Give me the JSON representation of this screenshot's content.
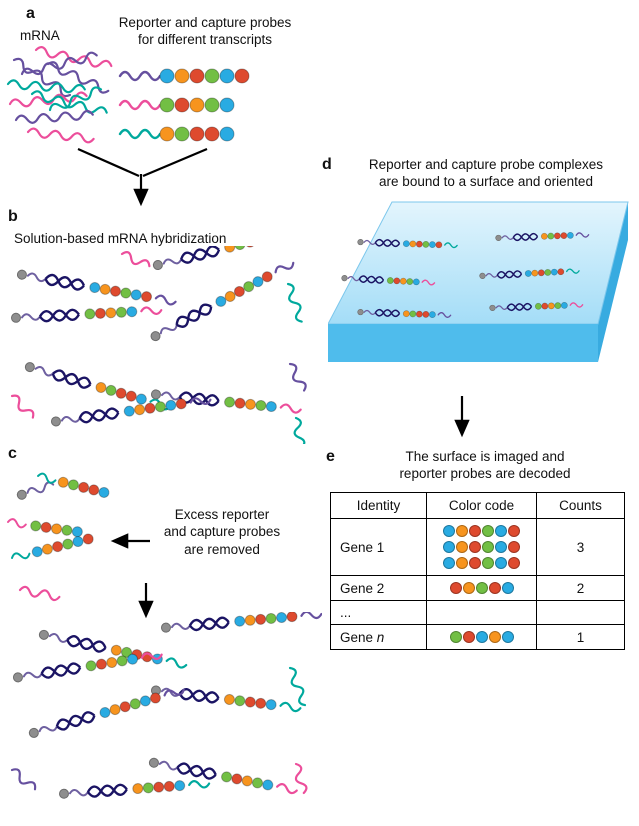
{
  "panels": {
    "a": {
      "label": "a",
      "mrna_label": "mRNA",
      "probes_title": "Reporter and capture probes\nfor different transcripts"
    },
    "b": {
      "label": "b",
      "title": "Solution-based mRNA hybridization"
    },
    "c": {
      "label": "c",
      "note": "Excess reporter\nand capture probes\nare removed"
    },
    "d": {
      "label": "d",
      "title": "Reporter and capture probe complexes\nare bound to a surface and oriented"
    },
    "e": {
      "label": "e",
      "title": "The surface is imaged and\nreporter probes are decoded"
    }
  },
  "colors": {
    "blue": "#29ABE2",
    "red": "#DE4A2E",
    "green": "#72BF44",
    "orange": "#F7941E",
    "purple": "#66509F",
    "magenta": "#EC4E9B",
    "teal": "#00A99D",
    "gray": "#8E8E8E",
    "helix": "#1B1464",
    "capture": "#6E60A0",
    "surface_top_light": "#E3F5FD",
    "surface_top_dark": "#A4DDF7",
    "surface_front": "#4FBCEC",
    "surface_side": "#38ABE0"
  },
  "probes": [
    {
      "tail": "purple",
      "code": [
        "blue",
        "orange",
        "red",
        "green",
        "blue",
        "red"
      ]
    },
    {
      "tail": "magenta",
      "code": [
        "green",
        "red",
        "orange",
        "green",
        "blue"
      ]
    },
    {
      "tail": "teal",
      "code": [
        "orange",
        "green",
        "red",
        "red",
        "blue"
      ]
    }
  ],
  "table": {
    "headers": [
      "Identity",
      "Color code",
      "Counts"
    ],
    "rows": [
      {
        "identity": "Gene 1",
        "identity_italic": "",
        "codes": [
          [
            "blue",
            "orange",
            "red",
            "green",
            "blue",
            "red"
          ],
          [
            "blue",
            "orange",
            "red",
            "green",
            "blue",
            "red"
          ],
          [
            "blue",
            "orange",
            "red",
            "green",
            "blue",
            "red"
          ]
        ],
        "count": "3"
      },
      {
        "identity": "Gene 2",
        "identity_italic": "",
        "codes": [
          [
            "red",
            "orange",
            "green",
            "red",
            "blue"
          ]
        ],
        "count": "2"
      },
      {
        "identity": "...",
        "identity_italic": "",
        "codes": [],
        "count": ""
      },
      {
        "identity": "Gene ",
        "identity_italic": "n",
        "codes": [
          [
            "green",
            "red",
            "blue",
            "orange",
            "blue"
          ]
        ],
        "count": "1"
      }
    ]
  }
}
